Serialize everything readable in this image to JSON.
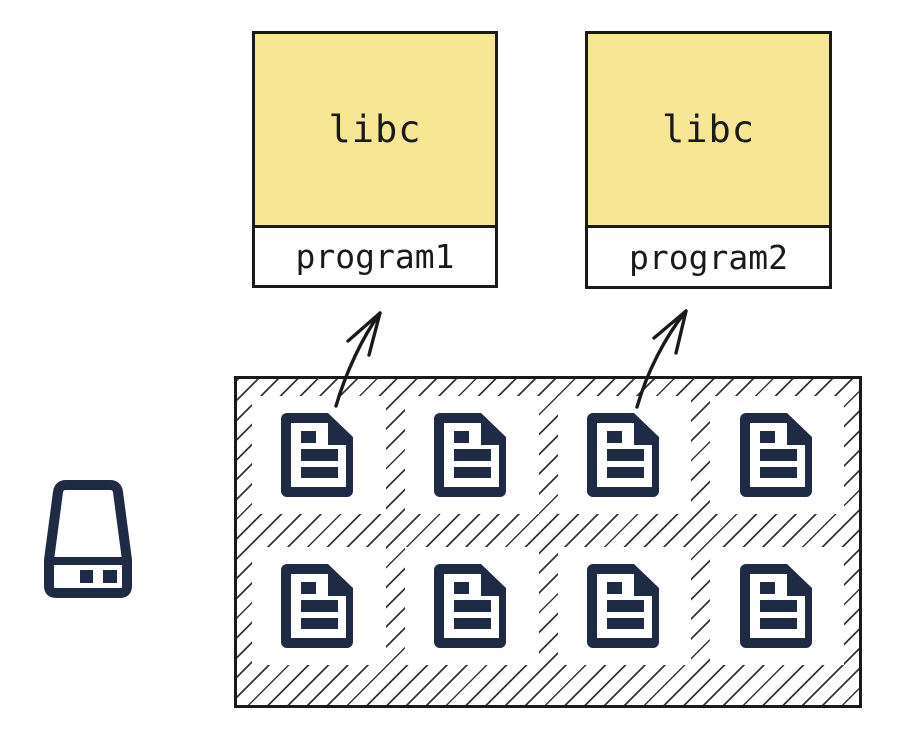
{
  "colors": {
    "ink": "#1a1a1a",
    "navy": "#1f2a44",
    "library_fill": "#f7e795",
    "background": "#ffffff"
  },
  "processes": [
    {
      "library": "libc",
      "program": "program1"
    },
    {
      "library": "libc",
      "program": "program2"
    }
  ],
  "disk": {
    "rows": 2,
    "cols": 4,
    "file_count": 8,
    "file_icon": "file-icon",
    "drive_icon": "hard-drive-icon"
  },
  "arrows": [
    {
      "from": "disk-files",
      "to": "program1"
    },
    {
      "from": "disk-files",
      "to": "program2"
    }
  ]
}
